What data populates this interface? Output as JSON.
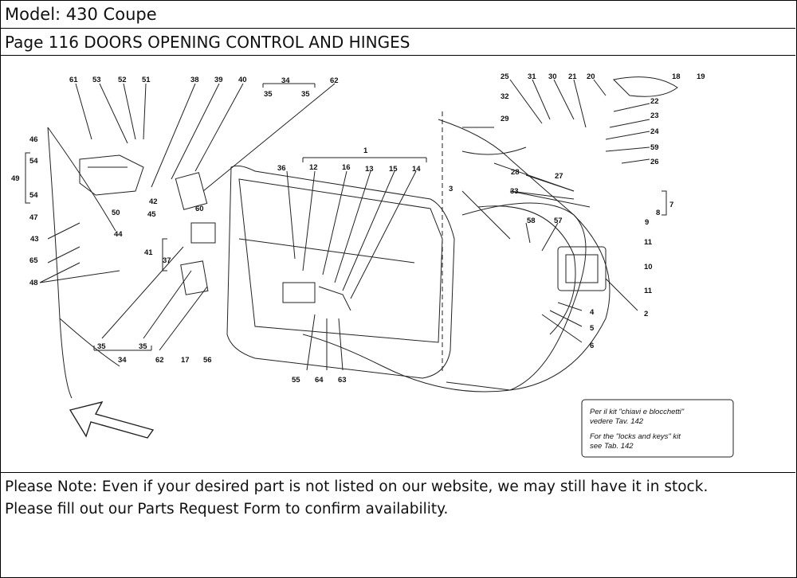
{
  "header": {
    "model": "Model: 430 Coupe",
    "page": "Page 116   DOORS  OPENING CONTROL AND HINGES"
  },
  "diagram": {
    "callouts": [
      "1",
      "2",
      "3",
      "4",
      "5",
      "6",
      "7",
      "8",
      "9",
      "10",
      "11",
      "11",
      "12",
      "13",
      "14",
      "15",
      "16",
      "17",
      "18",
      "19",
      "20",
      "21",
      "22",
      "23",
      "24",
      "25",
      "26",
      "27",
      "28",
      "29",
      "30",
      "31",
      "32",
      "33",
      "34",
      "34",
      "35",
      "35",
      "35",
      "35",
      "36",
      "37",
      "38",
      "39",
      "40",
      "41",
      "42",
      "43",
      "44",
      "45",
      "46",
      "47",
      "48",
      "49",
      "50",
      "51",
      "52",
      "53",
      "54",
      "54",
      "55",
      "56",
      "57",
      "58",
      "59",
      "60",
      "61",
      "62",
      "62",
      "63",
      "64",
      "65"
    ],
    "kit_note": {
      "it_line1": "Per il kit \"chiavi e blocchetti\"",
      "it_line2": "vedere Tav. 142",
      "en_line1": "For the \"locks and keys\" kit",
      "en_line2": "see Tab. 142"
    }
  },
  "footer": {
    "note_line1": "Please Note: Even if your desired part is not listed on our website, we may still have it in stock.",
    "note_line2": "Please fill out our Parts Request Form to confirm availability."
  }
}
